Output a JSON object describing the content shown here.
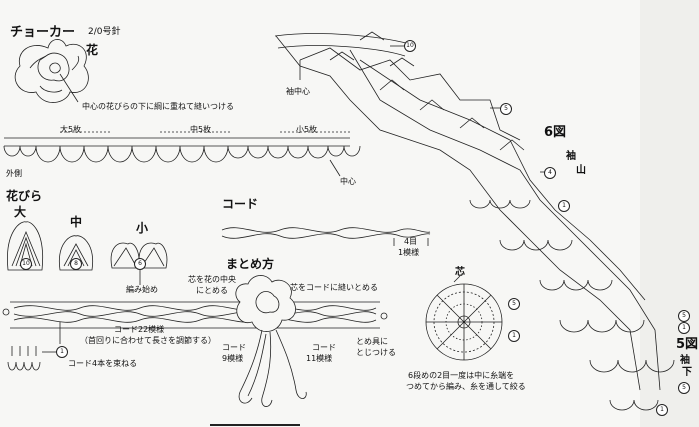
{
  "choker": {
    "title": "チョーカー",
    "hook": "2/0号針",
    "flower_label": "花",
    "flower_note": "中心の花びらの下に綱に重ねて縫いつける",
    "petals_counts": {
      "large": "大5枚",
      "medium": "中5枚",
      "small": "小5枚"
    },
    "outer_label": "外側",
    "center_label": "中心"
  },
  "petals": {
    "title": "花びら",
    "large": "大",
    "medium": "中",
    "small": "小",
    "start_note": "編み始め",
    "numbers": {
      "large": "10",
      "medium": "8",
      "small": "6"
    }
  },
  "cord": {
    "title": "コード",
    "rows": "4目",
    "pattern": "1模様"
  },
  "assembly": {
    "title": "まとめ方",
    "center_note_1": "芯を花の中央",
    "center_note_2": "にとめる",
    "sew_note": "芯をコードに縫いとめる",
    "cord_pattern": "コード22模様",
    "length_note": "（首回りに合わせて長さを調節する）",
    "bundle_note": "コード4本を束ねる",
    "cord9": "コード",
    "cord9_pattern": "9模様",
    "cord11": "コード",
    "cord11_pattern": "11模様",
    "clasp_1": "とめ具に",
    "clasp_2": "とじつける"
  },
  "core": {
    "title": "芯",
    "note_1": "6段めの2目一度は中に糸端を",
    "note_2": "つめてから編み、糸を通して絞る"
  },
  "sleeve": {
    "fig6": "6図",
    "cap_1": "袖",
    "cap_2": "山",
    "sleeve_center": "袖中心",
    "fig5": "5図",
    "hem_1": "袖",
    "hem_2": "下",
    "row_numbers": [
      "10",
      "5",
      "4",
      "1",
      "5",
      "1",
      "5",
      "1"
    ]
  },
  "core_rows": [
    "5",
    "1"
  ],
  "bundle_row": "1"
}
